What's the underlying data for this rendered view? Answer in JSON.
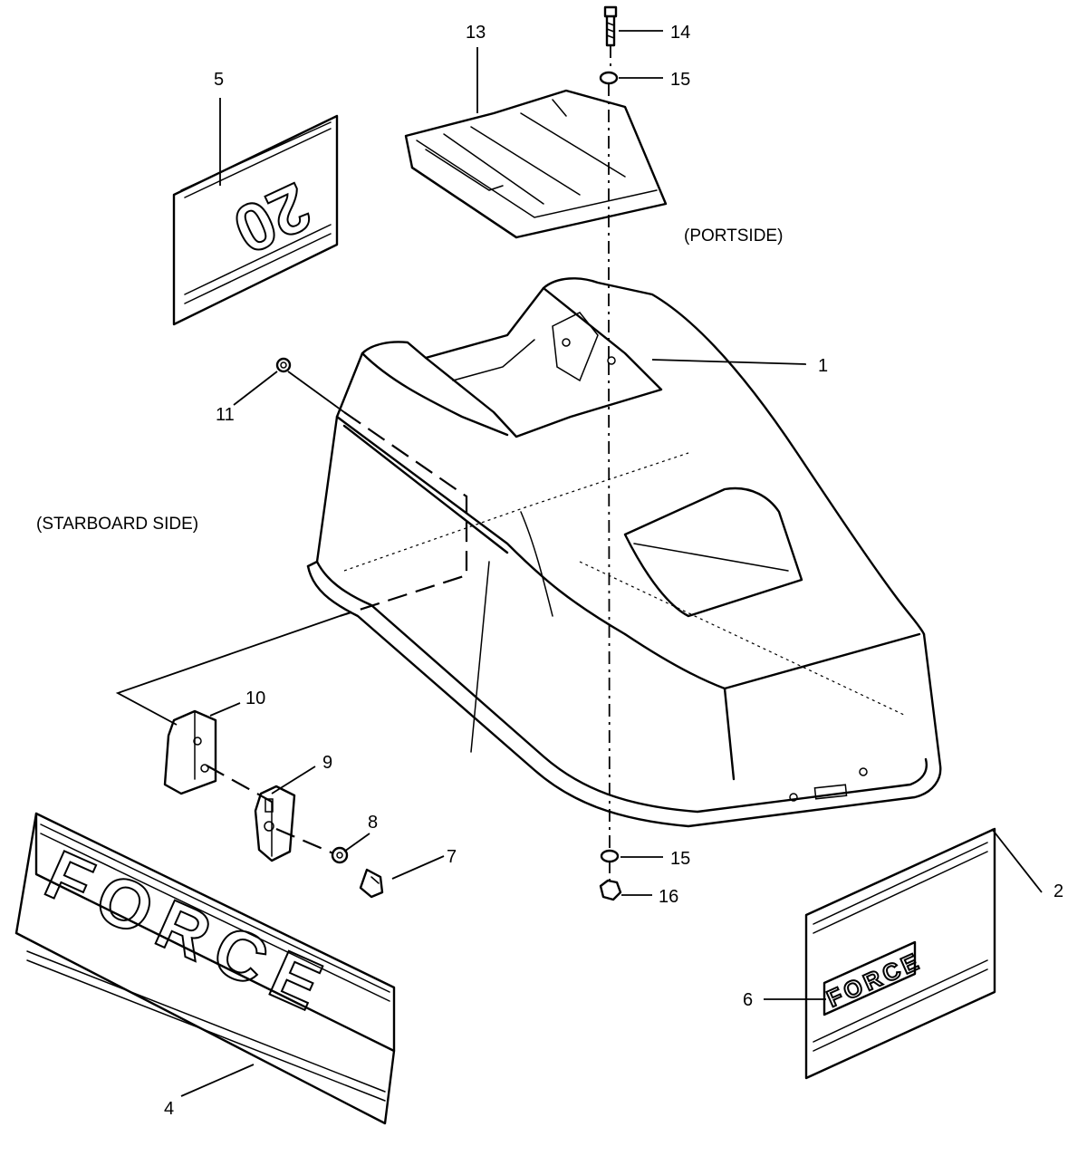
{
  "side_labels": {
    "portside": "(PORTSIDE)",
    "starboard": "(STARBOARD SIDE)"
  },
  "callouts": [
    "1",
    "2",
    "4",
    "5",
    "6",
    "7",
    "8",
    "9",
    "10",
    "11",
    "13",
    "14",
    "15",
    "15",
    "16"
  ],
  "decals": {
    "model_number": "20",
    "brand_large": "FORCE",
    "brand_small": "FORCE"
  }
}
